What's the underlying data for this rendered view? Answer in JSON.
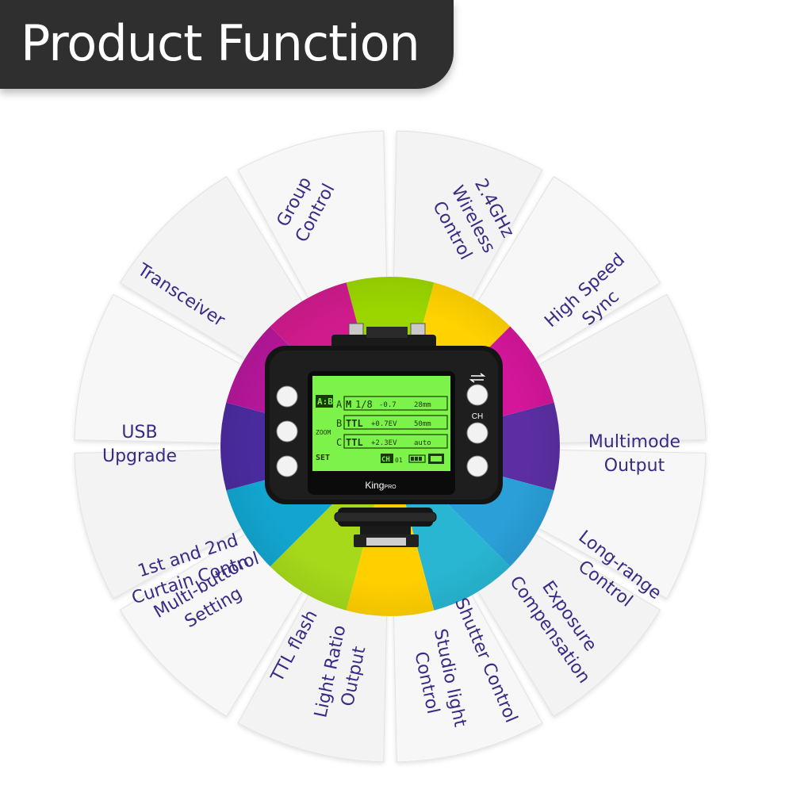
{
  "header": {
    "title": "Product Function"
  },
  "colors": {
    "label_text": "#3a2a86",
    "segment_fill": "#f4f4f4",
    "segment_divider": "#d8d8d8",
    "lcd_background": "#7df24a",
    "ring_sequence": [
      "magenta",
      "yellow",
      "green",
      "blue",
      "violet"
    ]
  },
  "functions": [
    {
      "label": "Group\nControl"
    },
    {
      "label": "2.4GHz\nWireless\nControl"
    },
    {
      "label": "High Speed\nSync"
    },
    {
      "label": "Multimode\nOutput"
    },
    {
      "label": "Long-range\nControl"
    },
    {
      "label": "Exposure\nCompensation"
    },
    {
      "label": "Shutter Control"
    },
    {
      "label": "Studio light\nControl"
    },
    {
      "label": "Light Ratio\nOutput"
    },
    {
      "label": "TTL flash"
    },
    {
      "label": "Multi-button\nSetting"
    },
    {
      "label": "1st and 2nd\nCurtain Control"
    },
    {
      "label": "USB\nUpgrade"
    },
    {
      "label": "Transceiver"
    }
  ],
  "device": {
    "brand": "King",
    "brand_suffix": "PRO",
    "channel_label": "CH",
    "lcd": {
      "mode_ab": "A:B",
      "zoom": "ZOOM",
      "set": "SET",
      "rows": [
        {
          "group": "A",
          "mode": "M",
          "value": "1/8",
          "comp": "-0.7",
          "zoom": "28mm"
        },
        {
          "group": "B",
          "mode": "TTL",
          "value": "",
          "comp": "+0.7EV",
          "zoom": "50mm"
        },
        {
          "group": "C",
          "mode": "TTL",
          "value": "",
          "comp": "+2.3EV",
          "zoom": "auto"
        }
      ],
      "ch_icon": "CH",
      "ch_number": "01",
      "battery_icon": "battery-icon",
      "hss_icon": "hss-icon"
    }
  }
}
